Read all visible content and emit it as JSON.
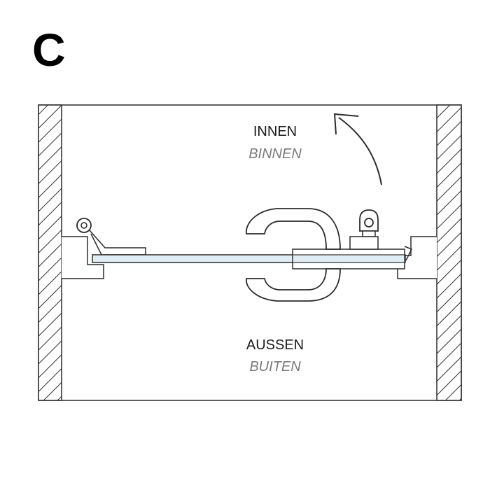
{
  "panel_label": "C",
  "inside": {
    "primary": "INNEN",
    "secondary": "BINNEN"
  },
  "outside": {
    "primary": "AUSSEN",
    "secondary": "BUITEN"
  },
  "colors": {
    "line": "#2b2b2b",
    "glass": "#dfeef5",
    "primary_text": "#1a1a1a",
    "secondary_text": "#7a7a7a"
  },
  "icons": {
    "swing_arrow": "curved-arrow",
    "handle": "door-handle",
    "hinge": "hinge",
    "lock": "lock-cylinder"
  }
}
